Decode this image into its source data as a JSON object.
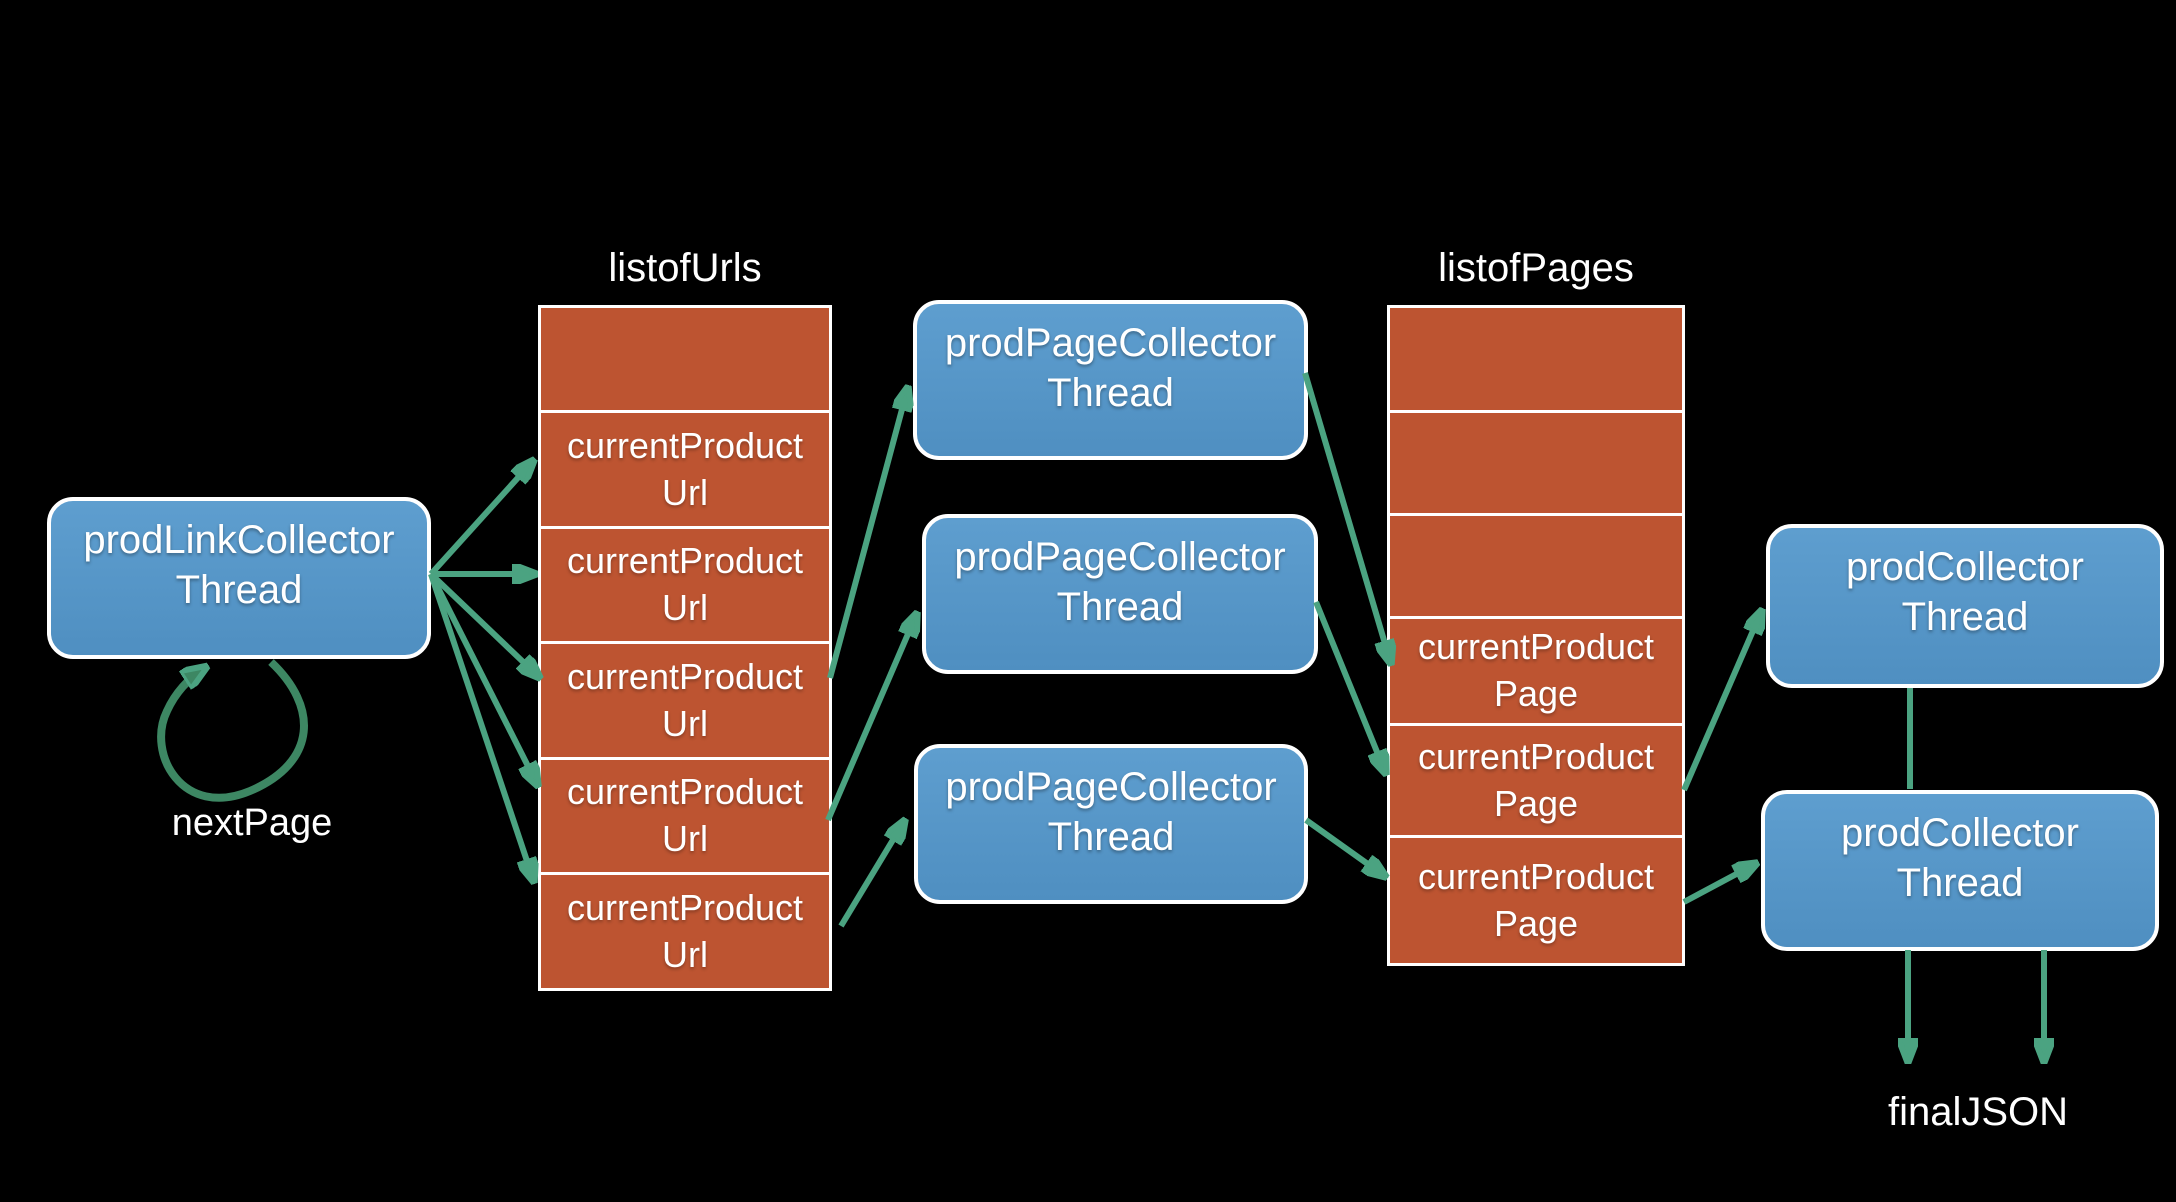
{
  "colors": {
    "background": "#000000",
    "node_fill_top": "#5e9ecf",
    "node_fill_bottom": "#4f8fc1",
    "node_border": "#ffffff",
    "list_cell_fill": "#bd5431",
    "list_cell_border": "#ffffff",
    "arrow": "#4ba381",
    "loop_arrow": "#3d8763",
    "text": "#ffffff"
  },
  "nodes": {
    "prodLinkCollector": {
      "label": "prodLinkCollector\nThread"
    },
    "prodPageCollector1": {
      "label": "prodPageCollector\nThread"
    },
    "prodPageCollector2": {
      "label": "prodPageCollector\nThread"
    },
    "prodPageCollector3": {
      "label": "prodPageCollector\nThread"
    },
    "prodCollector1": {
      "label": "prodCollector\nThread"
    },
    "prodCollector2": {
      "label": "prodCollector\nThread"
    }
  },
  "listOfUrls": {
    "title": "listofUrls",
    "cells": [
      "",
      "currentProduct\nUrl",
      "currentProduct\nUrl",
      "currentProduct\nUrl",
      "currentProduct\nUrl",
      "currentProduct\nUrl"
    ]
  },
  "listOfPages": {
    "title": "listofPages",
    "cells": [
      "",
      "",
      "",
      "currentProduct\nPage",
      "currentProduct\nPage",
      "currentProduct\nPage"
    ]
  },
  "labels": {
    "nextPage": "nextPage",
    "finalJSON": "finalJSON"
  }
}
